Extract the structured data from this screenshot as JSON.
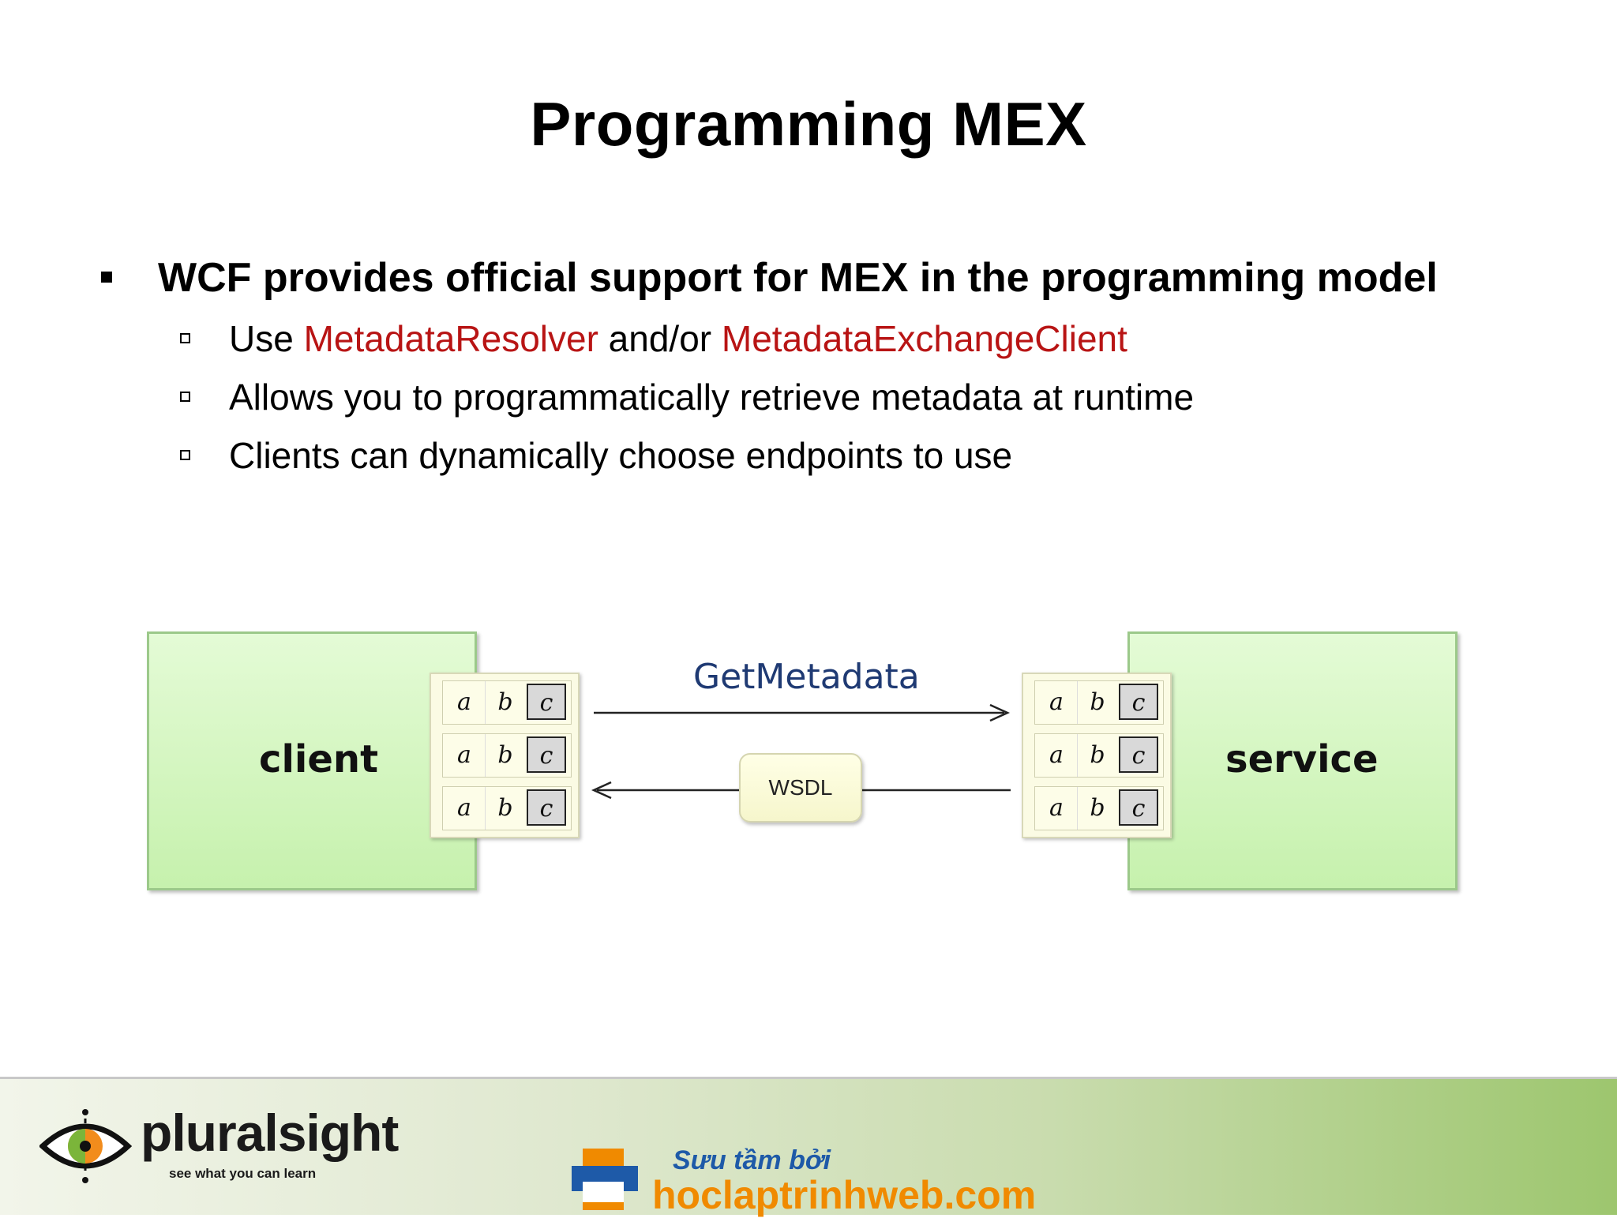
{
  "slide": {
    "title": "Programming MEX"
  },
  "bullets": {
    "main": "WCF provides official support for MEX in the programming model",
    "sub": [
      {
        "parts": [
          {
            "text": "Use ",
            "highlight": false
          },
          {
            "text": "MetadataResolver",
            "highlight": true
          },
          {
            "text": " and/or ",
            "highlight": false
          },
          {
            "text": "MetadataExchangeClient",
            "highlight": true
          }
        ]
      },
      {
        "parts": [
          {
            "text": "Allows you to programmatically retrieve metadata at runtime",
            "highlight": false
          }
        ]
      },
      {
        "parts": [
          {
            "text": "Clients can dynamically choose endpoints to use",
            "highlight": false
          }
        ]
      }
    ]
  },
  "diagram": {
    "client_label": "client",
    "service_label": "service",
    "endpoint": {
      "a": "a",
      "b": "b",
      "c": "c"
    },
    "request_label": "GetMetadata",
    "response_label": "WSDL"
  },
  "footer": {
    "brand": "pluralsight",
    "tagline": "see what you can learn",
    "watermark_top": "Sưu tầm bởi",
    "watermark_site": "hoclaptrinhweb.com"
  },
  "colors": {
    "highlight": "#b81414",
    "node_fill": "#d2f5bd",
    "message": "#1f3a73"
  }
}
